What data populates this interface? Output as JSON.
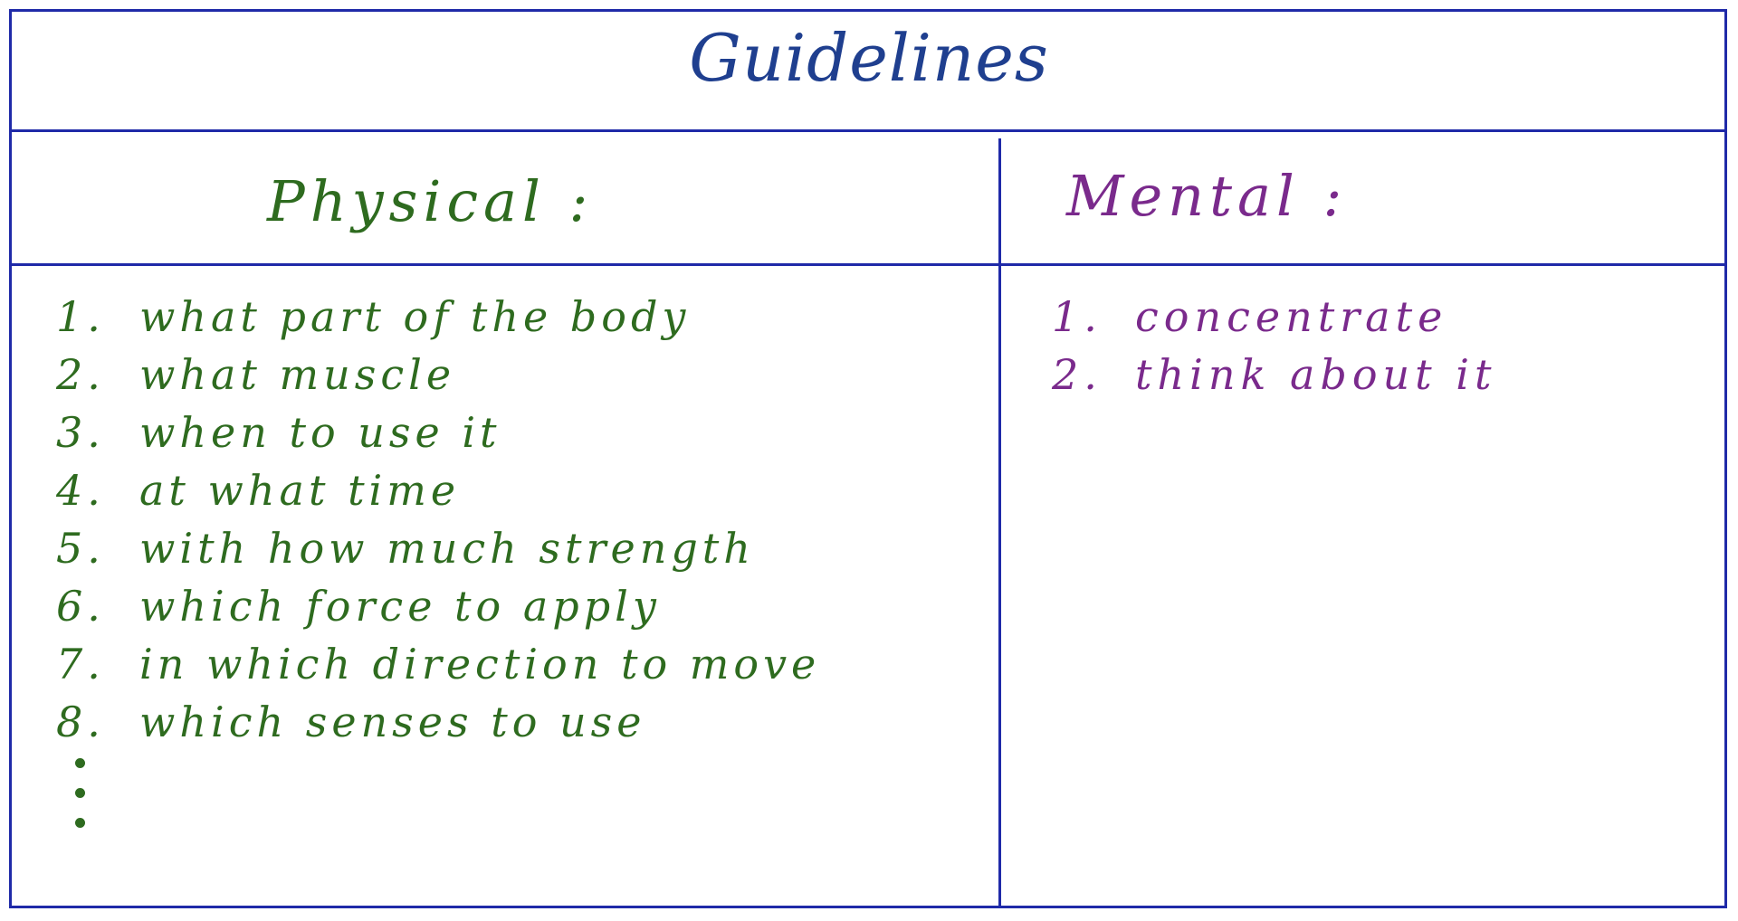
{
  "title": "Guidelines",
  "physical": {
    "heading": "Physical :",
    "items": [
      {
        "num": "1.",
        "text": "what part of the body"
      },
      {
        "num": "2.",
        "text": "what muscle"
      },
      {
        "num": "3.",
        "text": "when to use it"
      },
      {
        "num": "4.",
        "text": "at what time"
      },
      {
        "num": "5.",
        "text": "with how much strength"
      },
      {
        "num": "6.",
        "text": "which force to apply"
      },
      {
        "num": "7.",
        "text": "in which direction to move"
      },
      {
        "num": "8.",
        "text": "which senses to use"
      }
    ],
    "continuation": "⋮"
  },
  "mental": {
    "heading": "Mental :",
    "items": [
      {
        "num": "1.",
        "text": "concentrate"
      },
      {
        "num": "2.",
        "text": "think about it"
      }
    ]
  },
  "colors": {
    "border": "#1f2aa8",
    "title": "#1f3f8f",
    "physical": "#2e6b1f",
    "mental": "#7a2a8c"
  }
}
